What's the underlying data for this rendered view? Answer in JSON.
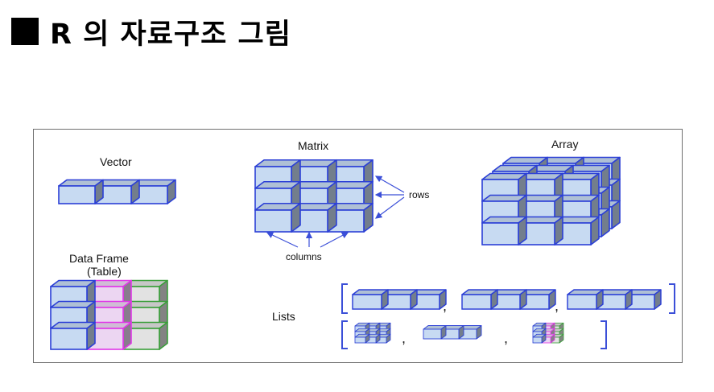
{
  "title": "R 의 자료구조 그림",
  "labels": {
    "vector": "Vector",
    "matrix": "Matrix",
    "array": "Array",
    "rows": "rows",
    "columns": "columns",
    "dataframe_line1": "Data Frame",
    "dataframe_line2": "(Table)",
    "lists": "Lists",
    "comma": ","
  },
  "colors": {
    "cell_blue_front": "#c7daf2",
    "cell_blue_edge": "#2b3fd6",
    "cell_pink_front": "#ecd6f2",
    "cell_pink_edge": "#e036e8",
    "cell_gray_front": "#e2e2e2",
    "cell_green_edge": "#3a9e3a",
    "arrow": "#3b4fd8"
  },
  "icons": {
    "vector": "vector-cube-row-icon",
    "matrix": "matrix-cube-grid-icon",
    "array": "array-cube-stack-icon",
    "dataframe": "dataframe-colored-columns-icon",
    "list": "list-brackets-icon"
  }
}
